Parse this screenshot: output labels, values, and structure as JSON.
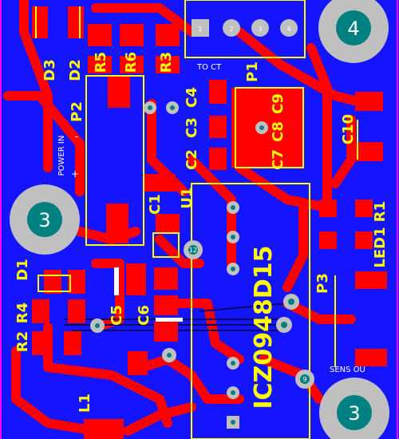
{
  "board": {
    "colors": {
      "substrate": "#1414ff",
      "copper": "#ff0000",
      "silkscreen": "#ffff00",
      "via": "#c0c0c0",
      "drill": "#008080",
      "edge": "#ff00ff"
    }
  },
  "holes": [
    {
      "label": "4",
      "name": "mounting-hole-4"
    },
    {
      "label": "3",
      "name": "mounting-hole-3-left"
    },
    {
      "label": "3",
      "name": "mounting-hole-3-bottom"
    }
  ],
  "refs": {
    "D3": "D3",
    "D2": "D2",
    "R5": "R5",
    "R6": "R6",
    "R3": "R3",
    "P1": "P1",
    "P2": "P2",
    "C4": "C4",
    "C3": "C3",
    "C2": "C2",
    "C9": "C9",
    "C8": "C8",
    "C7": "C7",
    "C10": "C10",
    "U1": "U1",
    "C1": "C1",
    "R1": "R1",
    "LED1": "LED1",
    "D1": "D1",
    "R4": "R4",
    "R2": "R2",
    "C5": "C5",
    "C6": "C6",
    "P3": "P3",
    "L1": "L1"
  },
  "silk": {
    "to_ct": "TO CT",
    "power_in": "POWER IN",
    "minus": "-",
    "plus": "+",
    "sens_out": "SENS OU",
    "chip": "ICZ0948D15"
  },
  "pins": {
    "p1_1": "1",
    "p1_2": "2",
    "p1_3": "3",
    "p1_4": "4",
    "u_12": "12",
    "u_9": "9"
  }
}
